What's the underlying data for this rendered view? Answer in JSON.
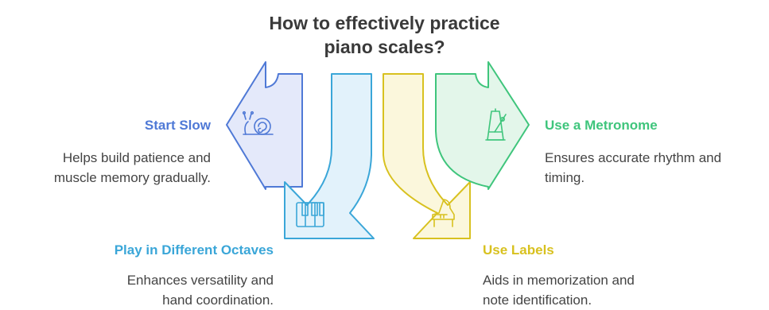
{
  "title": {
    "line1": "How to effectively practice",
    "line2": "piano scales?"
  },
  "steps": [
    {
      "label": "Start Slow",
      "description_lines": [
        "Helps build patience and",
        "muscle memory gradually."
      ],
      "color": "#4f79d6",
      "fill": "#e4e9fa",
      "icon": "snail-icon"
    },
    {
      "label": "Play in Different Octaves",
      "description_lines": [
        "Enhances versatility and",
        "hand coordination."
      ],
      "color": "#3aa6d8",
      "fill": "#e2f2fb",
      "icon": "piano-keys-icon"
    },
    {
      "label": "Use Labels",
      "description_lines": [
        "Aids in memorization and",
        "note identification."
      ],
      "color": "#d8c11f",
      "fill": "#fbf7dc",
      "icon": "grand-piano-icon"
    },
    {
      "label": "Use a Metronome",
      "description_lines": [
        "Ensures accurate rhythm and",
        "timing."
      ],
      "color": "#3fc57c",
      "fill": "#e3f6ea",
      "icon": "metronome-icon"
    }
  ]
}
